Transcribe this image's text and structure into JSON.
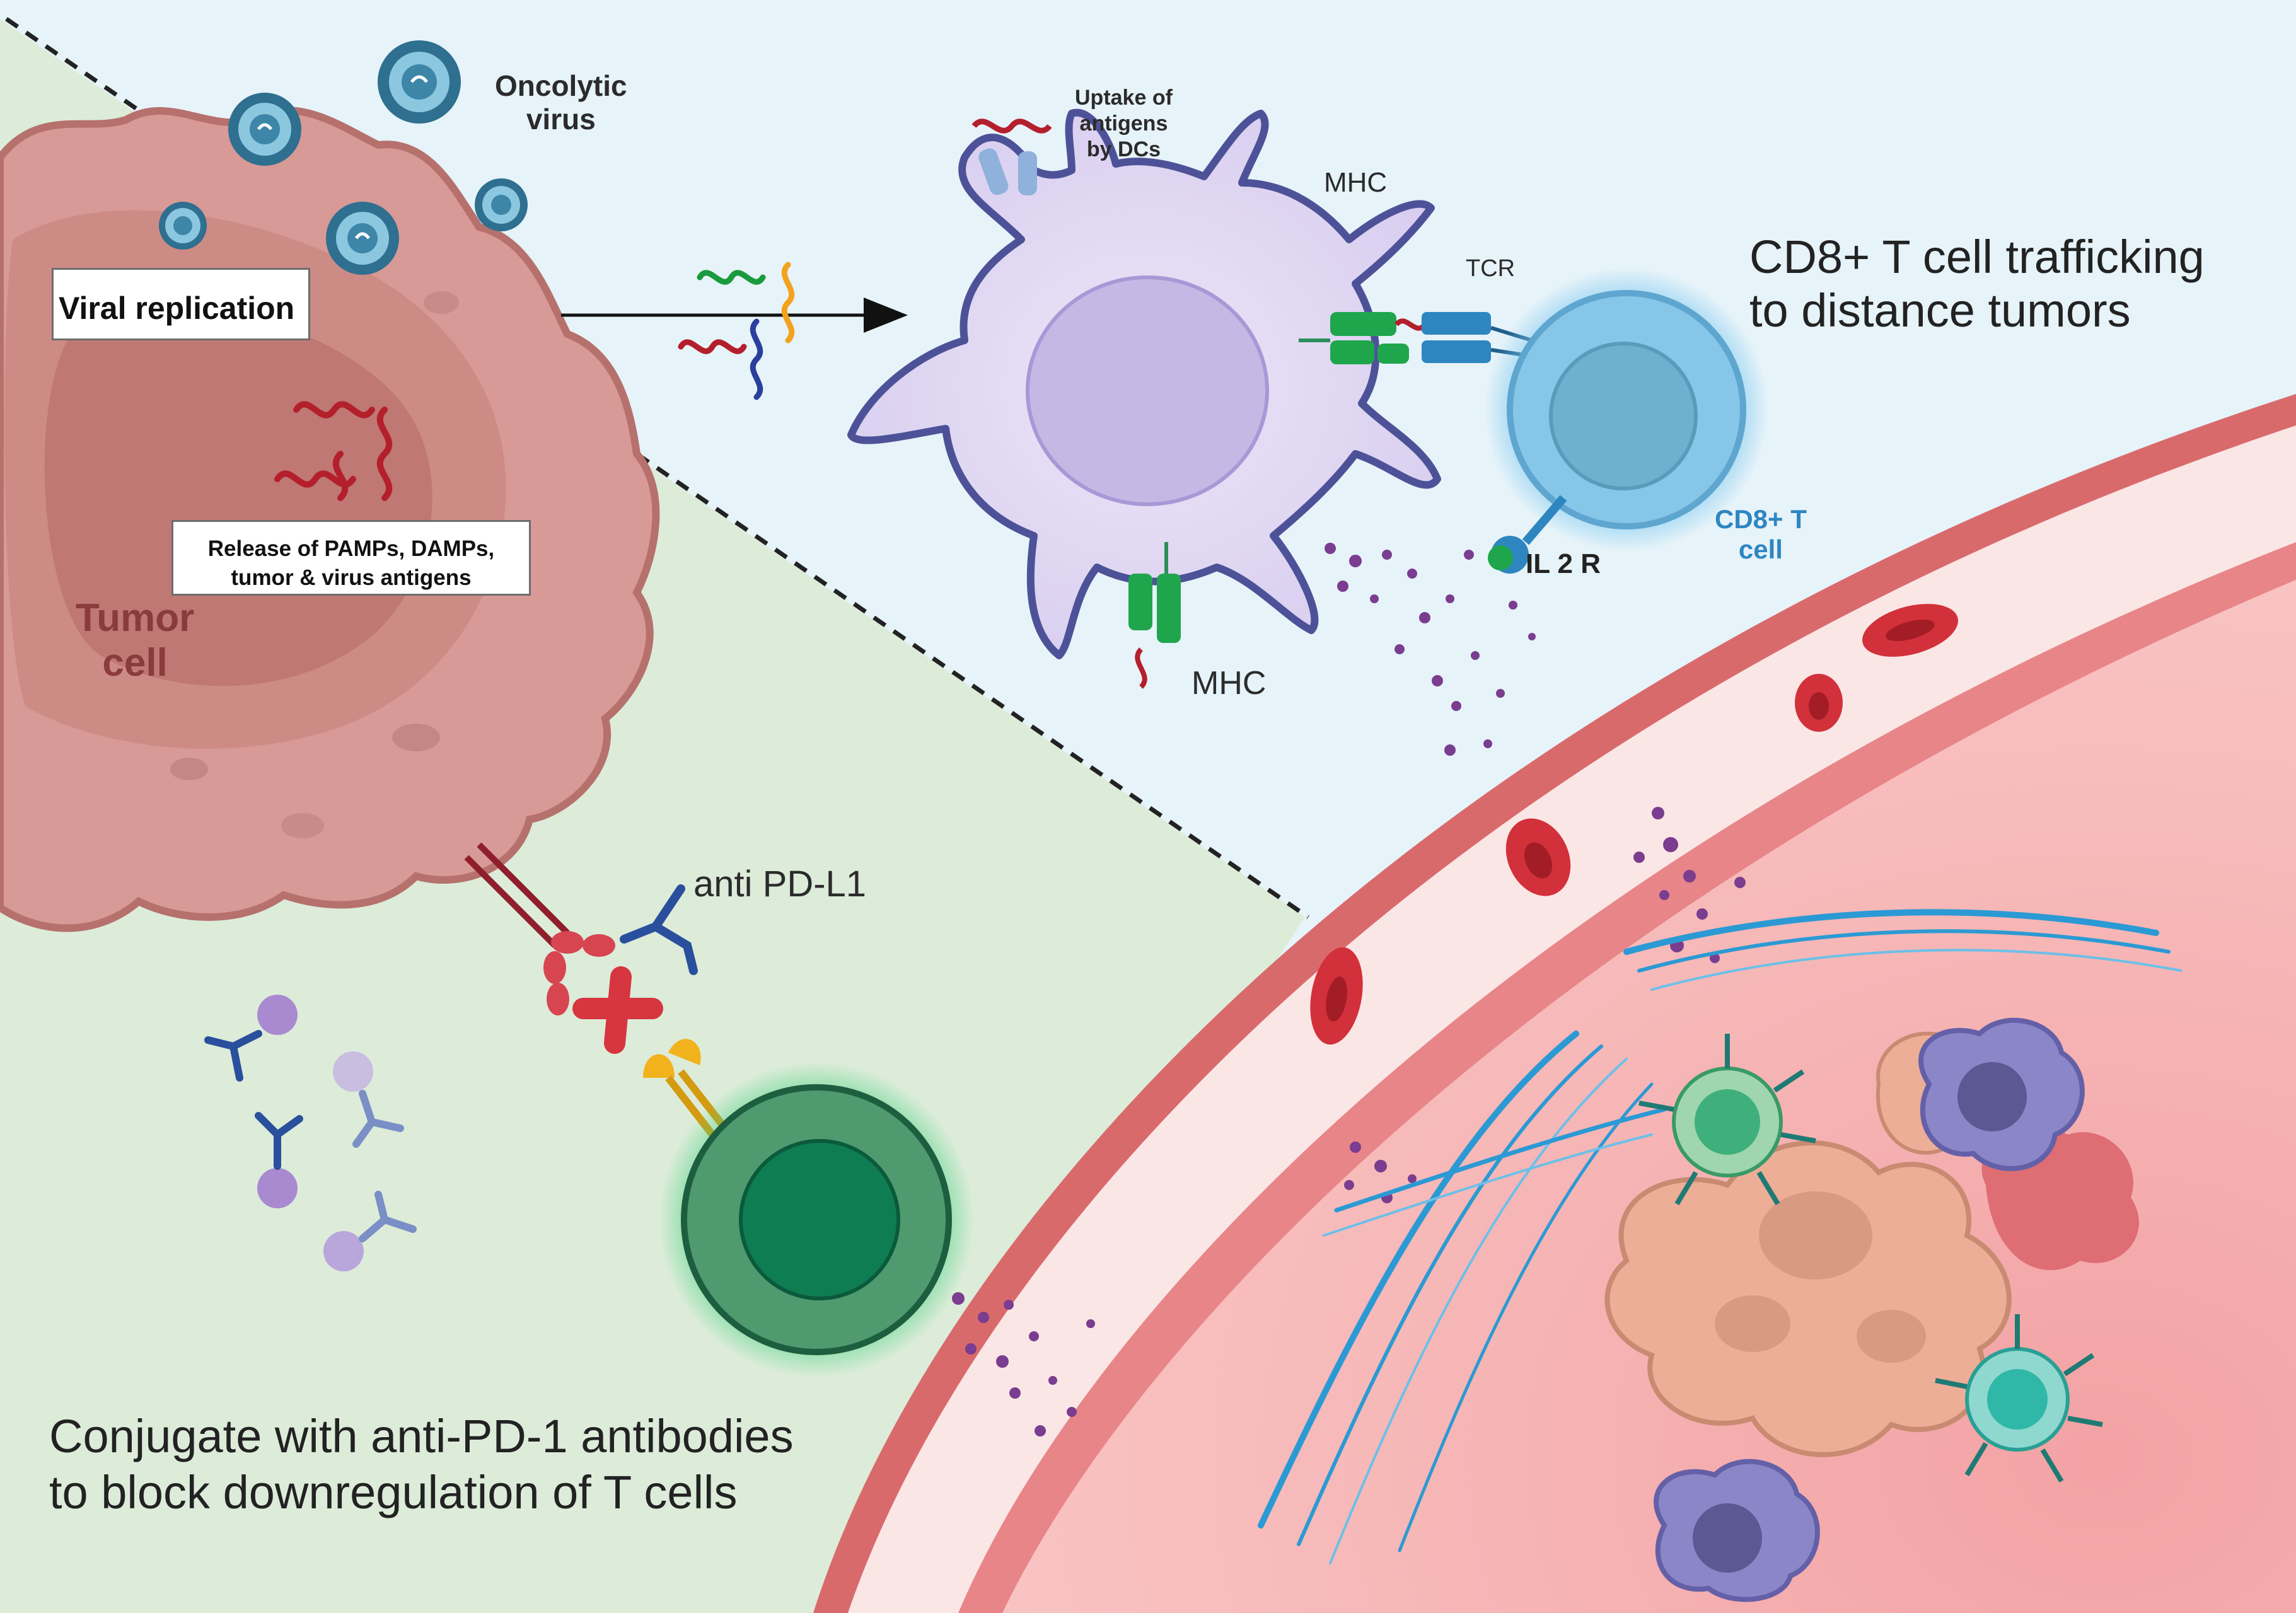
{
  "labels": {
    "oncolytic_virus": [
      "Oncolytic",
      "virus"
    ],
    "viral_replication": "Viral replication",
    "release": [
      "Release of PAMPs, DAMPs,",
      "tumor & virus antigens"
    ],
    "tumor_cell": [
      "Tumor",
      "cell"
    ],
    "uptake": [
      "Uptake of",
      "antigens",
      "by DCs"
    ],
    "mhc_top": "MHC",
    "mhc_bottom": "MHC",
    "tcr": "TCR",
    "cd8_trafficking": [
      "CD8+  T cell trafficking",
      "to distance tumors"
    ],
    "cd8_cell": [
      "CD8+ T",
      "cell"
    ],
    "il2r": "IL 2 R",
    "anti_pdl1": "anti PD-L1",
    "conjugate": [
      "Conjugate with anti-PD-1 antibodies",
      "to block downregulation of T cells"
    ]
  },
  "colors": {
    "green_bg": "#dcecd9",
    "blue_bg": "#e6f3f9",
    "tumor": "#d89a96",
    "tumor_dark": "#b9706c",
    "dc": "#e3dcf2",
    "dc_outline": "#4d5298",
    "cd8": "#86c6e8",
    "t_cell_green": "#168b5d",
    "vessel": "#e07a7a",
    "rbc": "#d2303a",
    "collagen": "#2b9ad4",
    "antibody": "#2a4f9d",
    "cytokine": "#7a3d8f"
  }
}
